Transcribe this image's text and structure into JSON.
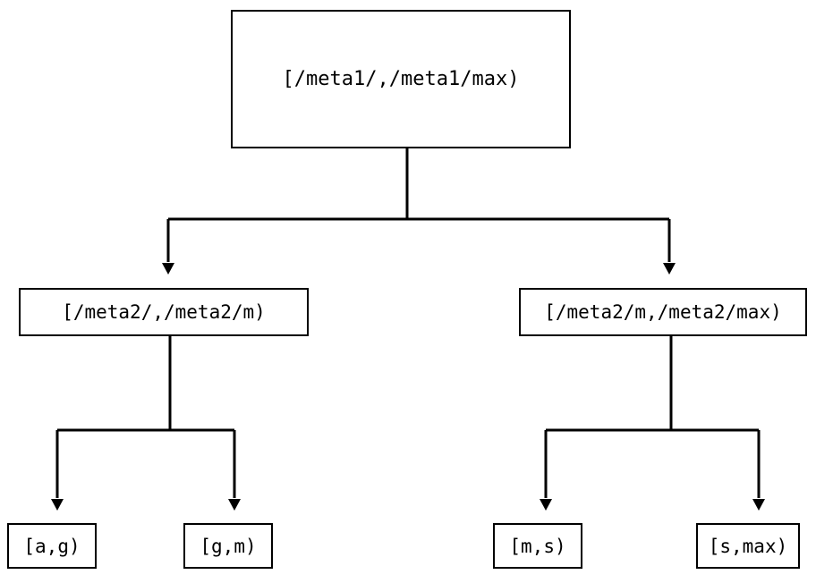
{
  "diagram": {
    "type": "tree",
    "description": "Hierarchical range-partition tree diagram",
    "background_color": "#ffffff",
    "line_color": "#000000",
    "text_color": "#000000",
    "nodes": {
      "root": {
        "label": "[/meta1/,/meta1/max)"
      },
      "mid_left": {
        "label": "[/meta2/,/meta2/m)"
      },
      "mid_right": {
        "label": "[/meta2/m,/meta2/max)"
      },
      "leaf_ag": {
        "label": "[a,g)"
      },
      "leaf_gm": {
        "label": "[g,m)"
      },
      "leaf_ms": {
        "label": "[m,s)"
      },
      "leaf_smax": {
        "label": "[s,max)"
      }
    },
    "edges": [
      {
        "from": "root",
        "to": "mid_left",
        "arrow": "down-triangle"
      },
      {
        "from": "root",
        "to": "mid_right",
        "arrow": "down-triangle"
      },
      {
        "from": "mid_left",
        "to": "leaf_ag",
        "arrow": "down-triangle"
      },
      {
        "from": "mid_left",
        "to": "leaf_gm",
        "arrow": "down-triangle"
      },
      {
        "from": "mid_right",
        "to": "leaf_ms",
        "arrow": "down-triangle"
      },
      {
        "from": "mid_right",
        "to": "leaf_smax",
        "arrow": "down-triangle"
      }
    ]
  }
}
